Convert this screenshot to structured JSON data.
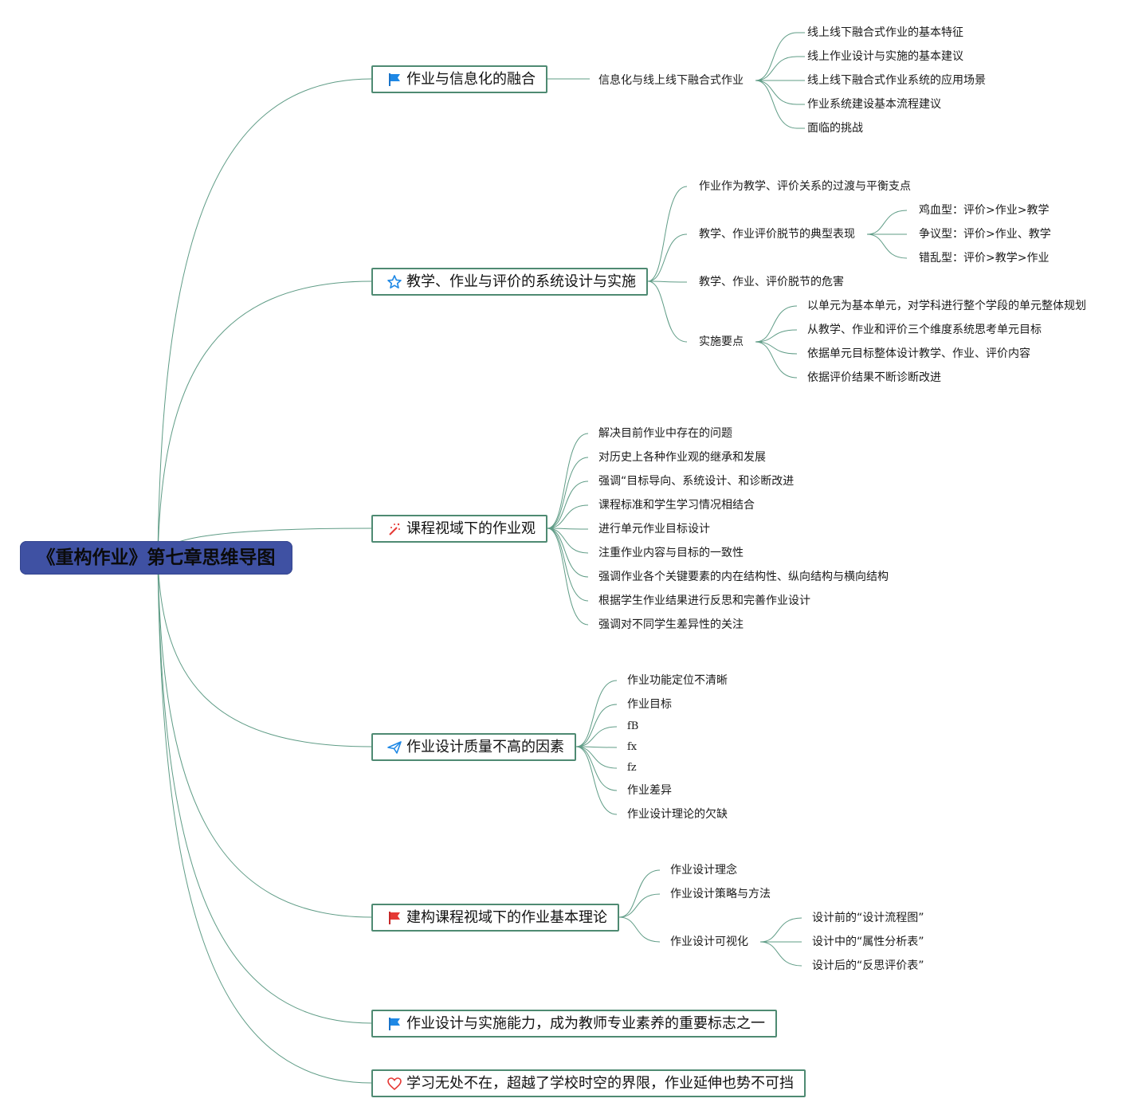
{
  "root": {
    "title": "《重构作业》第七章思维导图"
  },
  "colors": {
    "root_fill": "#3f51a3",
    "line": "#5f9c86",
    "border": "#4e8a72"
  },
  "branches": [
    {
      "label": "作业与信息化的融合",
      "icon": "blue-flag-icon",
      "children": [
        {
          "label": "信息化与线上线下融合式作业",
          "children": [
            {
              "label": "线上线下融合式作业的基本特征"
            },
            {
              "label": "线上作业设计与实施的基本建议"
            },
            {
              "label": "线上线下融合式作业系统的应用场景"
            },
            {
              "label": "作业系统建设基本流程建议"
            },
            {
              "label": "面临的挑战"
            }
          ]
        }
      ]
    },
    {
      "label": "教学、作业与评价的系统设计与实施",
      "icon": "star-icon",
      "children": [
        {
          "label": "作业作为教学、评价关系的过渡与平衡支点"
        },
        {
          "label": "教学、作业评价脱节的典型表现",
          "children": [
            {
              "label": "鸡血型：评价>作业>教学"
            },
            {
              "label": "争议型：评价>作业、教学"
            },
            {
              "label": "错乱型：评价>教学>作业"
            }
          ]
        },
        {
          "label": "教学、作业、评价脱节的危害"
        },
        {
          "label": "实施要点",
          "children": [
            {
              "label": "以单元为基本单元，对学科进行整个学段的单元整体规划"
            },
            {
              "label": "从教学、作业和评价三个维度系统思考单元目标"
            },
            {
              "label": "依据单元目标整体设计教学、作业、评价内容"
            },
            {
              "label": "依据评价结果不断诊断改进"
            }
          ]
        }
      ]
    },
    {
      "label": "课程视域下的作业观",
      "icon": "magic-wand-icon",
      "children": [
        {
          "label": "解决目前作业中存在的问题"
        },
        {
          "label": "对历史上各种作业观的继承和发展"
        },
        {
          "label": "强调“目标导向、系统设计、和诊断改进"
        },
        {
          "label": "课程标准和学生学习情况相结合"
        },
        {
          "label": "进行单元作业目标设计"
        },
        {
          "label": "注重作业内容与目标的一致性"
        },
        {
          "label": "强调作业各个关键要素的内在结构性、纵向结构与横向结构"
        },
        {
          "label": "根据学生作业结果进行反思和完善作业设计"
        },
        {
          "label": "强调对不同学生差异性的关注"
        }
      ]
    },
    {
      "label": "作业设计质量不高的因素",
      "icon": "paper-plane-icon",
      "children": [
        {
          "label": "作业功能定位不清晰"
        },
        {
          "label": "作业目标"
        },
        {
          "label": "fB"
        },
        {
          "label": "fx"
        },
        {
          "label": "fz"
        },
        {
          "label": "作业差异"
        },
        {
          "label": "作业设计理论的欠缺"
        }
      ]
    },
    {
      "label": "建构课程视域下的作业基本理论",
      "icon": "red-flag-icon",
      "children": [
        {
          "label": "作业设计理念"
        },
        {
          "label": "作业设计策略与方法"
        },
        {
          "label": "作业设计可视化",
          "children": [
            {
              "label": "设计前的“设计流程图”"
            },
            {
              "label": "设计中的“属性分析表”"
            },
            {
              "label": "设计后的“反思评价表”"
            }
          ]
        }
      ]
    },
    {
      "label": "作业设计与实施能力，成为教师专业素养的重要标志之一",
      "icon": "blue-flag-icon"
    },
    {
      "label": "学习无处不在，超越了学校时空的界限，作业延伸也势不可挡",
      "icon": "heart-icon"
    }
  ]
}
